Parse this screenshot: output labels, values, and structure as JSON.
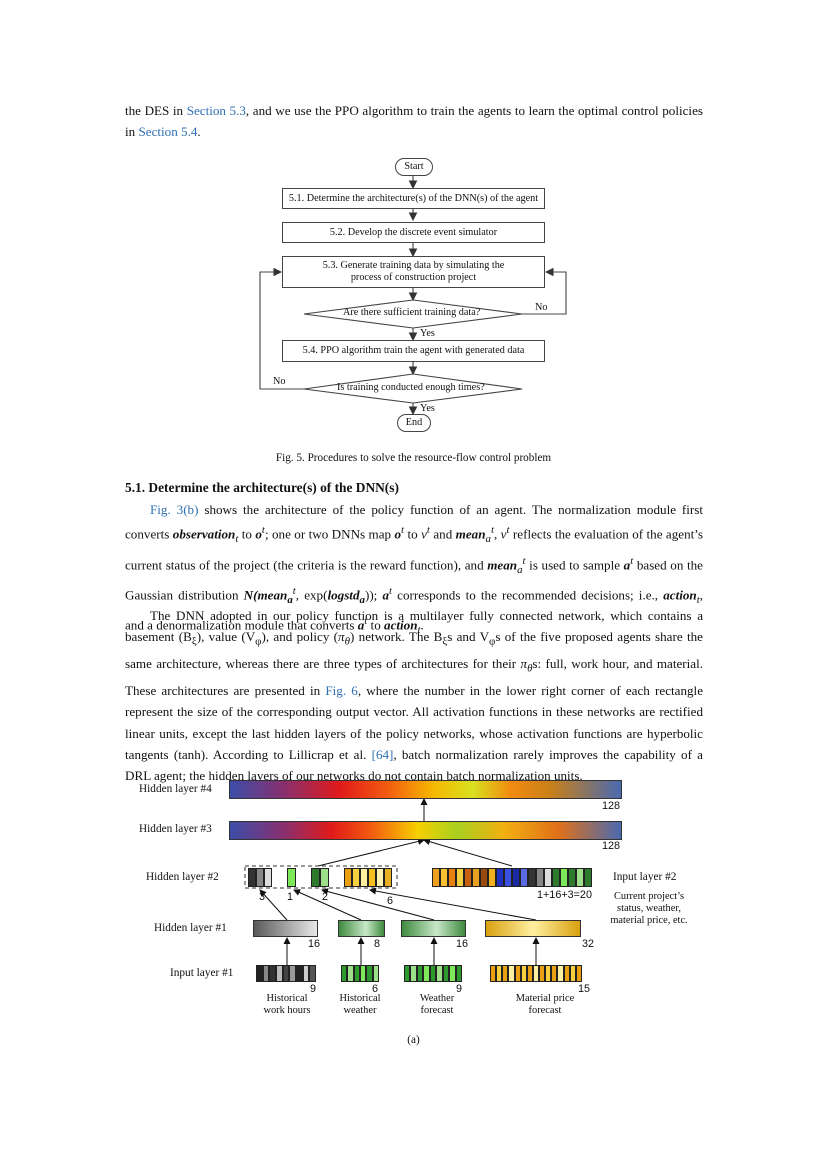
{
  "intro": {
    "p1": "the DES in ",
    "link1": "Section 5.3",
    "p2": ", and we use the PPO algorithm to train the agents to learn the optimal control policies in ",
    "link2": "Section 5.4",
    "p3": "."
  },
  "flowchart": {
    "start": "Start",
    "step1": "5.1. Determine the architecture(s) of the DNN(s) of the agent",
    "step2": "5.2. Develop the discrete event simulator",
    "step3": "5.3. Generate training data by simulating the process of construction project",
    "decision1": "Are there sufficient training data?",
    "step4": "5.4. PPO algorithm train the agent with generated data",
    "decision2": "Is training conducted enough times?",
    "end": "End",
    "yes1": "Yes",
    "no1": "No",
    "yes2": "Yes",
    "no2": "No",
    "caption": "Fig. 5. Procedures to solve the resource-flow control problem"
  },
  "section": {
    "heading": "5.1. Determine the architecture(s) of the DNN(s)",
    "p1_link": "Fig. 3(b)",
    "p1_a": " shows the architecture of the policy function of an agent. The normalization module first converts ",
    "obs": "observation",
    "p1_b": " to ",
    "p1_c": "; one or two DNNs map ",
    "p1_d": " to ",
    "p1_e": " and ",
    "mean": "mean",
    "p1_f": " reflects the evaluation of the agent’s current status of the project (the criteria is the reward function), and ",
    "p1_g": " is used to sample ",
    "p1_h": " based on the Gaussian distribution ",
    "gauss": "N(mean",
    "p1_i": ", exp(",
    "logstd": "logstd",
    "p1_j": ")); ",
    "p1_k": " corresponds to the recommended decisions; i.e., ",
    "action": "action",
    "p1_l": ", and a denormalization module that converts ",
    "p1_m": " to ",
    "p1_n": ".",
    "p2_a": "The DNN adopted in our policy function is a multilayer fully connected network, which contains a basement (B",
    "p2_b": "), value (V",
    "p2_c": "), and policy (",
    "p2_d": ") network. The B",
    "p2_e": "s and V",
    "p2_f": "s of the five proposed agents share the same architecture, whereas there are three types of architectures for their ",
    "p2_g": "s: full, work hour, and material. These architectures are presented in ",
    "p2_link1": "Fig. 6",
    "p2_h": ", where the number in the lower right corner of each rectangle represent the size of the corresponding output vector. All activation functions in these networks are rectified linear units, except the last hidden layers of the policy networks, whose activation functions are hyperbolic tangents (tanh). According to Lillicrap et al. ",
    "p2_link2": "[64]",
    "p2_i": ", batch normalization rarely improves the capability of a DRL agent; the hidden layers of our networks do not contain batch normalization units."
  },
  "network": {
    "labels": {
      "h4": "Hidden layer #4",
      "h3": "Hidden layer #3",
      "h2": "Hidden layer #2",
      "h1": "Hidden layer #1",
      "in1": "Input layer #1",
      "in2": "Input layer #2",
      "in2_desc": "Current project’s status, weather, material price, etc."
    },
    "sizes": {
      "h4": "128",
      "h3": "128",
      "h2a": "3",
      "h2b": "1",
      "h2c": "2",
      "h2d": "6",
      "in2": "1+16+3=20",
      "h1a": "16",
      "h1b": "8",
      "h1c": "16",
      "h1d": "32",
      "i1a": "9",
      "i1b": "6",
      "i1c": "9",
      "i1d": "15"
    },
    "inputs": [
      "Historical work hours",
      "Historical weather",
      "Weather forecast",
      "Material price forecast"
    ],
    "caption": "(a)"
  }
}
